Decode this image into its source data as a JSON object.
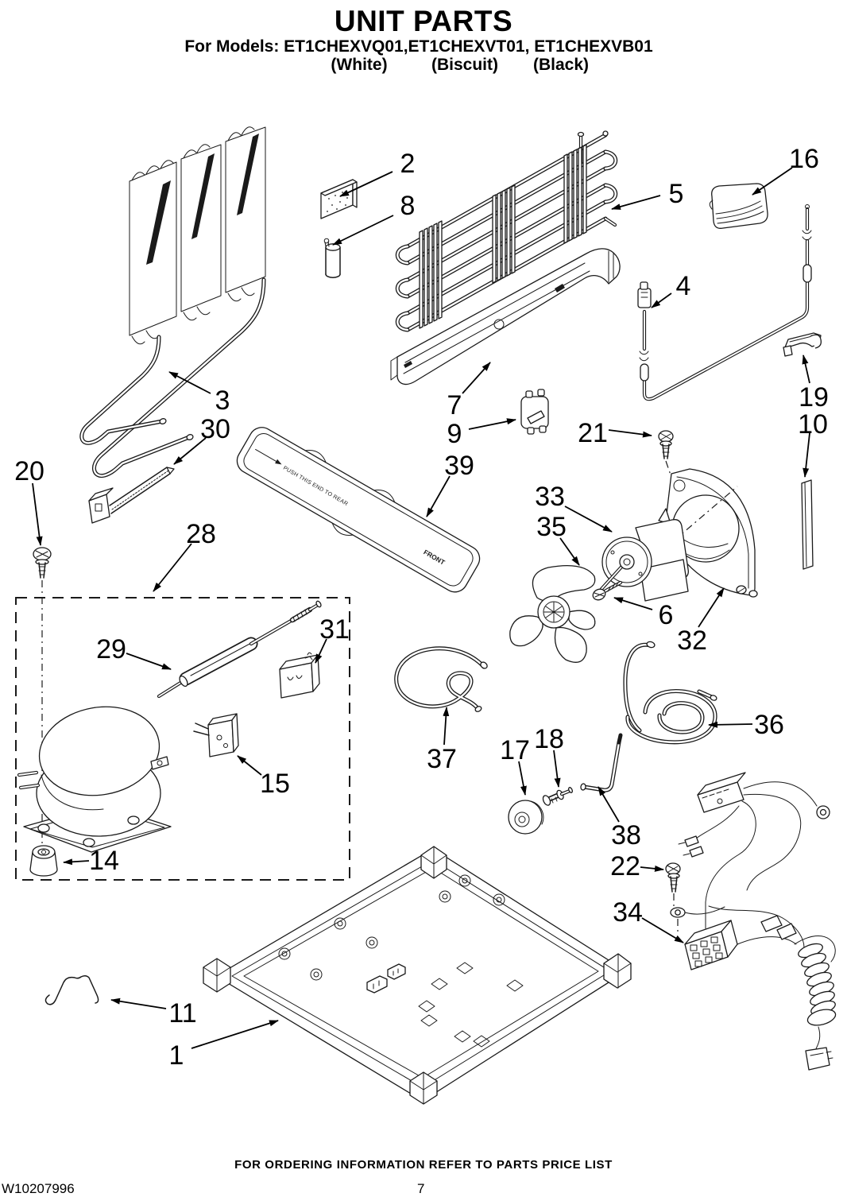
{
  "header": {
    "title": "UNIT PARTS",
    "models_line": "For Models: ET1CHEXVQ01,ET1CHEXVT01, ET1CHEXVB01",
    "colors": [
      "(White)",
      "(Biscuit)",
      "(Black)"
    ]
  },
  "callouts": {
    "c1": {
      "label": "1"
    },
    "c2": {
      "label": "2"
    },
    "c3": {
      "label": "3"
    },
    "c4": {
      "label": "4"
    },
    "c5": {
      "label": "5"
    },
    "c6": {
      "label": "6"
    },
    "c7": {
      "label": "7"
    },
    "c8": {
      "label": "8"
    },
    "c9": {
      "label": "9"
    },
    "c10": {
      "label": "10"
    },
    "c11": {
      "label": "11"
    },
    "c14": {
      "label": "14"
    },
    "c15": {
      "label": "15"
    },
    "c16": {
      "label": "16"
    },
    "c17": {
      "label": "17"
    },
    "c18": {
      "label": "18"
    },
    "c19": {
      "label": "19"
    },
    "c20": {
      "label": "20"
    },
    "c21": {
      "label": "21"
    },
    "c22": {
      "label": "22"
    },
    "c28": {
      "label": "28"
    },
    "c29": {
      "label": "29"
    },
    "c30": {
      "label": "30"
    },
    "c31": {
      "label": "31"
    },
    "c32": {
      "label": "32"
    },
    "c33": {
      "label": "33"
    },
    "c34": {
      "label": "34"
    },
    "c35": {
      "label": "35"
    },
    "c36": {
      "label": "36"
    },
    "c37": {
      "label": "37"
    },
    "c38": {
      "label": "38"
    },
    "c39": {
      "label": "39"
    }
  },
  "drain_pan_text": {
    "push": "PUSH THIS END TO REAR",
    "front": "FRONT"
  },
  "footer": {
    "ordering_note": "FOR ORDERING INFORMATION REFER TO PARTS PRICE LIST",
    "document_number": "W10207996",
    "page_number": "7"
  }
}
